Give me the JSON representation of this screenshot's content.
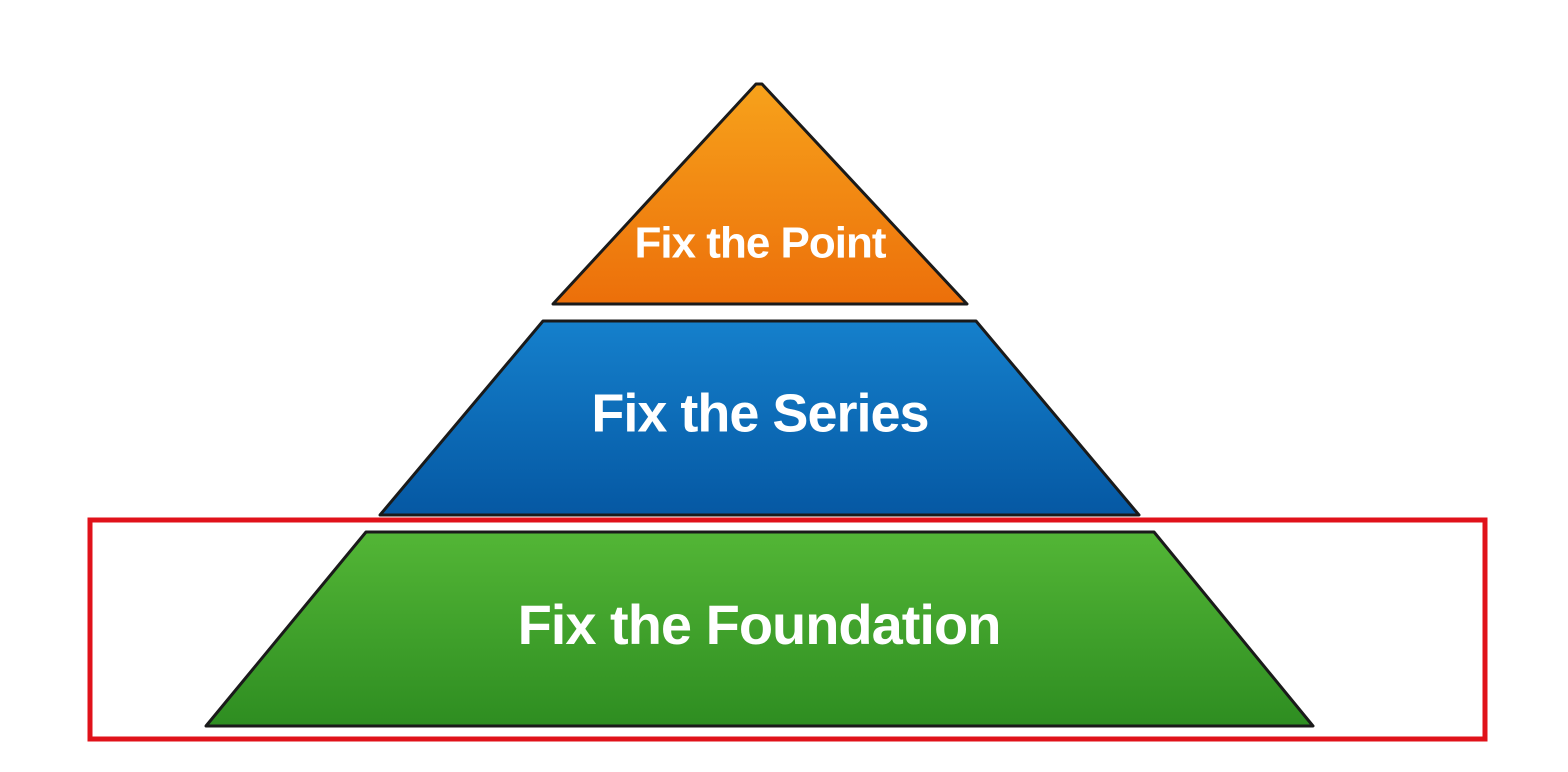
{
  "pyramid": {
    "tiers": [
      {
        "label": "Fix the Point",
        "color_top": "#f7a21b",
        "color_bottom": "#ec6f0a"
      },
      {
        "label": "Fix the Series",
        "color_top": "#1580cc",
        "color_bottom": "#0558a3"
      },
      {
        "label": "Fix the Foundation",
        "color_top": "#53b636",
        "color_bottom": "#2e8d21"
      }
    ],
    "outline_color": "#1a1a1a",
    "highlight_color": "#e0121a",
    "highlighted_tier": 3
  }
}
